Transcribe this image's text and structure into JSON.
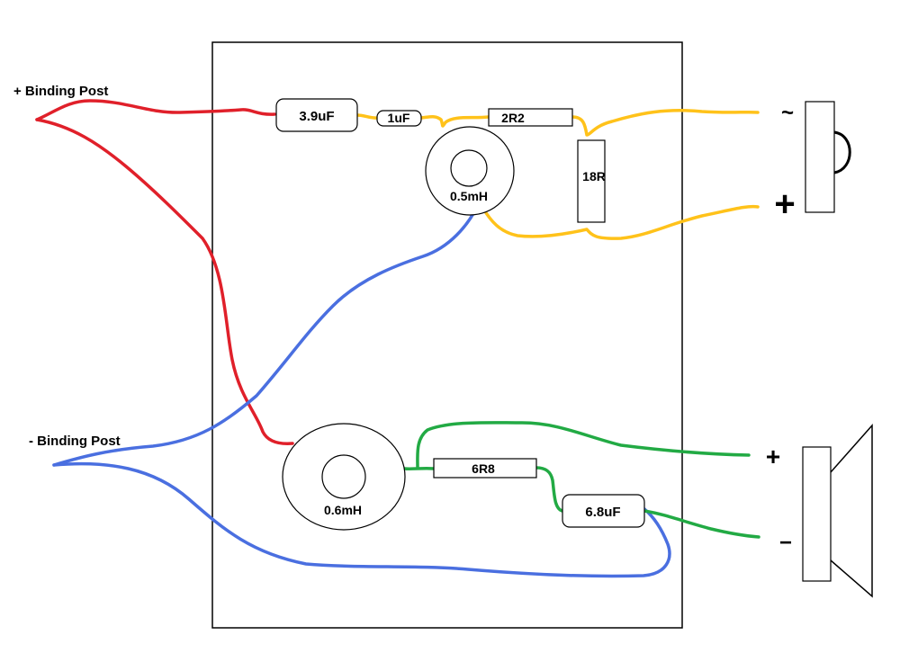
{
  "labels": {
    "plus_binding_post": "+ Binding Post",
    "minus_binding_post": "- Binding Post"
  },
  "components": {
    "cap_3_9uf": "3.9uF",
    "cap_1uf": "1uF",
    "res_2r2": "2R2",
    "res_18r": "18R",
    "ind_0_5mh": "0.5mH",
    "ind_0_6mh": "0.6mH",
    "res_6r8": "6R8",
    "cap_6_8uf": "6.8uF"
  },
  "terminals": {
    "tweeter_minus": "~",
    "tweeter_plus": "+",
    "woofer_plus": "+",
    "woofer_minus": "−"
  },
  "colors": {
    "red_wire": "#e0202a",
    "blue_wire": "#4a6fe0",
    "yellow_wire": "#ffc21a",
    "green_wire": "#22aa44",
    "outline": "#000000"
  }
}
